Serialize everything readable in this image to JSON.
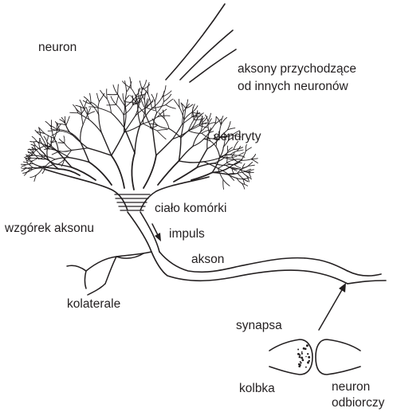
{
  "labels": {
    "neuron": "neuron",
    "incoming_axons_line1": "aksony przychodzące",
    "incoming_axons_line2": "od innych neuronów",
    "dendrites": "dendryty",
    "cell_body": "ciało komórki",
    "axon_hillock": "wzgórek aksonu",
    "impulse": "impuls",
    "axon": "akson",
    "collaterals": "kolaterale",
    "synapse": "synapsa",
    "terminal_bulb": "kolbka",
    "receiving_neuron_line1": "neuron",
    "receiving_neuron_line2": "odbiorczy"
  },
  "colors": {
    "ink": "#231f20",
    "background": "#ffffff"
  }
}
